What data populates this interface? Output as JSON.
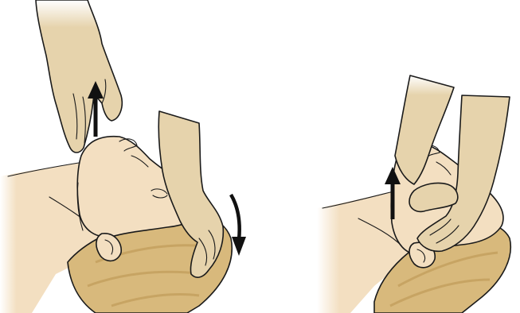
{
  "figure": {
    "panels": [
      {
        "id": "head-tilt-chin-lift",
        "arrows": [
          {
            "direction": "up",
            "icon": "arrow-up-icon"
          },
          {
            "direction": "down-curved",
            "icon": "curved-arrow-down-icon"
          }
        ]
      },
      {
        "id": "jaw-thrust",
        "arrows": [
          {
            "direction": "up",
            "icon": "arrow-up-icon"
          }
        ]
      }
    ],
    "colors": {
      "skin": "#f3dfc1",
      "hand": "#e6d3ac",
      "hair": "#d8b97c",
      "hair_shade": "#c7a463",
      "outline": "#1a1a1a",
      "arrow": "#111111",
      "background": "#ffffff"
    }
  }
}
